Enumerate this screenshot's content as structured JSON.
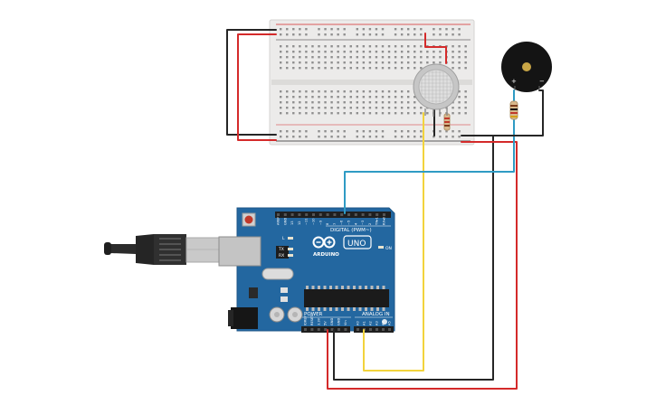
{
  "arduino": {
    "brand": "ARDUINO",
    "model": "UNO",
    "digital_label": "DIGITAL (PWM~)",
    "power_label": "POWER",
    "analog_label": "ANALOG IN",
    "tx_label": "TX",
    "rx_label": "RX",
    "l_label": "L",
    "on_label": "ON",
    "digital_pins": [
      "AREF",
      "GND",
      "13",
      "12",
      "~11",
      "~10",
      "~9",
      "8",
      "7",
      "~6",
      "~5",
      "4",
      "~3",
      "2",
      "TX▸1",
      "RX◂0"
    ],
    "power_pins": [
      "IOREF",
      "RESET",
      "3.3V",
      "5V",
      "GND",
      "GND",
      "Vin"
    ],
    "analog_pins": [
      "A0",
      "A1",
      "A2",
      "A3",
      "A4",
      "A5"
    ]
  },
  "buzzer": {
    "plus": "+",
    "minus": "−"
  },
  "colors": {
    "wire_black": "#262626",
    "wire_red": "#d42a2a",
    "wire_yellow": "#f2d33c",
    "wire_blue": "#2f9bc4",
    "board_blue": "#2367a0",
    "breadboard": "#ecebea"
  }
}
